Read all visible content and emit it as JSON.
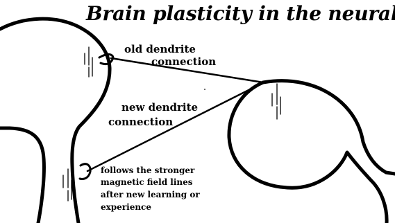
{
  "diagram": {
    "title": "Brain plasticity in the neural net",
    "labels": {
      "old_connection": [
        "old dendrite",
        "connection"
      ],
      "new_connection": [
        "new dendrite",
        "connection"
      ],
      "field_lines_note": [
        "follows the stronger",
        "magnetic field lines",
        "after new learning or",
        "experience"
      ]
    },
    "colors": {
      "ink": "#000000",
      "background": "#ffffff"
    }
  }
}
